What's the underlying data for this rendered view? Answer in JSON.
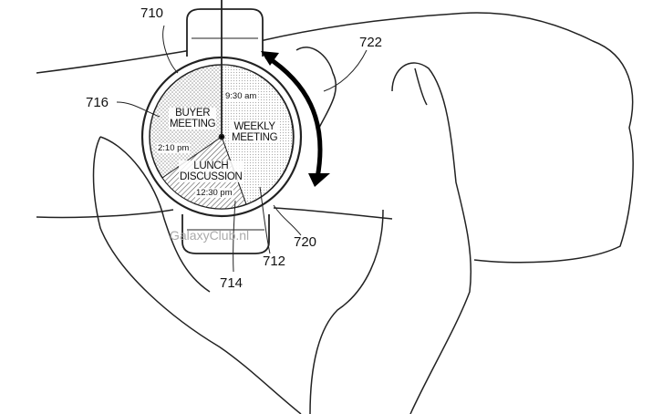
{
  "reference_numerals": {
    "watch": "710",
    "buyer_segment": "716",
    "bezel_arrow": "722",
    "bezel": "720",
    "weekly_segment": "712",
    "lunch_segment": "714"
  },
  "segments": [
    {
      "title_line1": "BUYER",
      "title_line2": "MEETING",
      "time": "2:10 pm"
    },
    {
      "title_line1": "WEEKLY",
      "title_line2": "MEETING",
      "time": "9:30 am"
    },
    {
      "title_line1": "LUNCH",
      "title_line2": "DISCUSSION",
      "time": "12:30 pm"
    }
  ],
  "watermark": "GalaxyClub.nl"
}
